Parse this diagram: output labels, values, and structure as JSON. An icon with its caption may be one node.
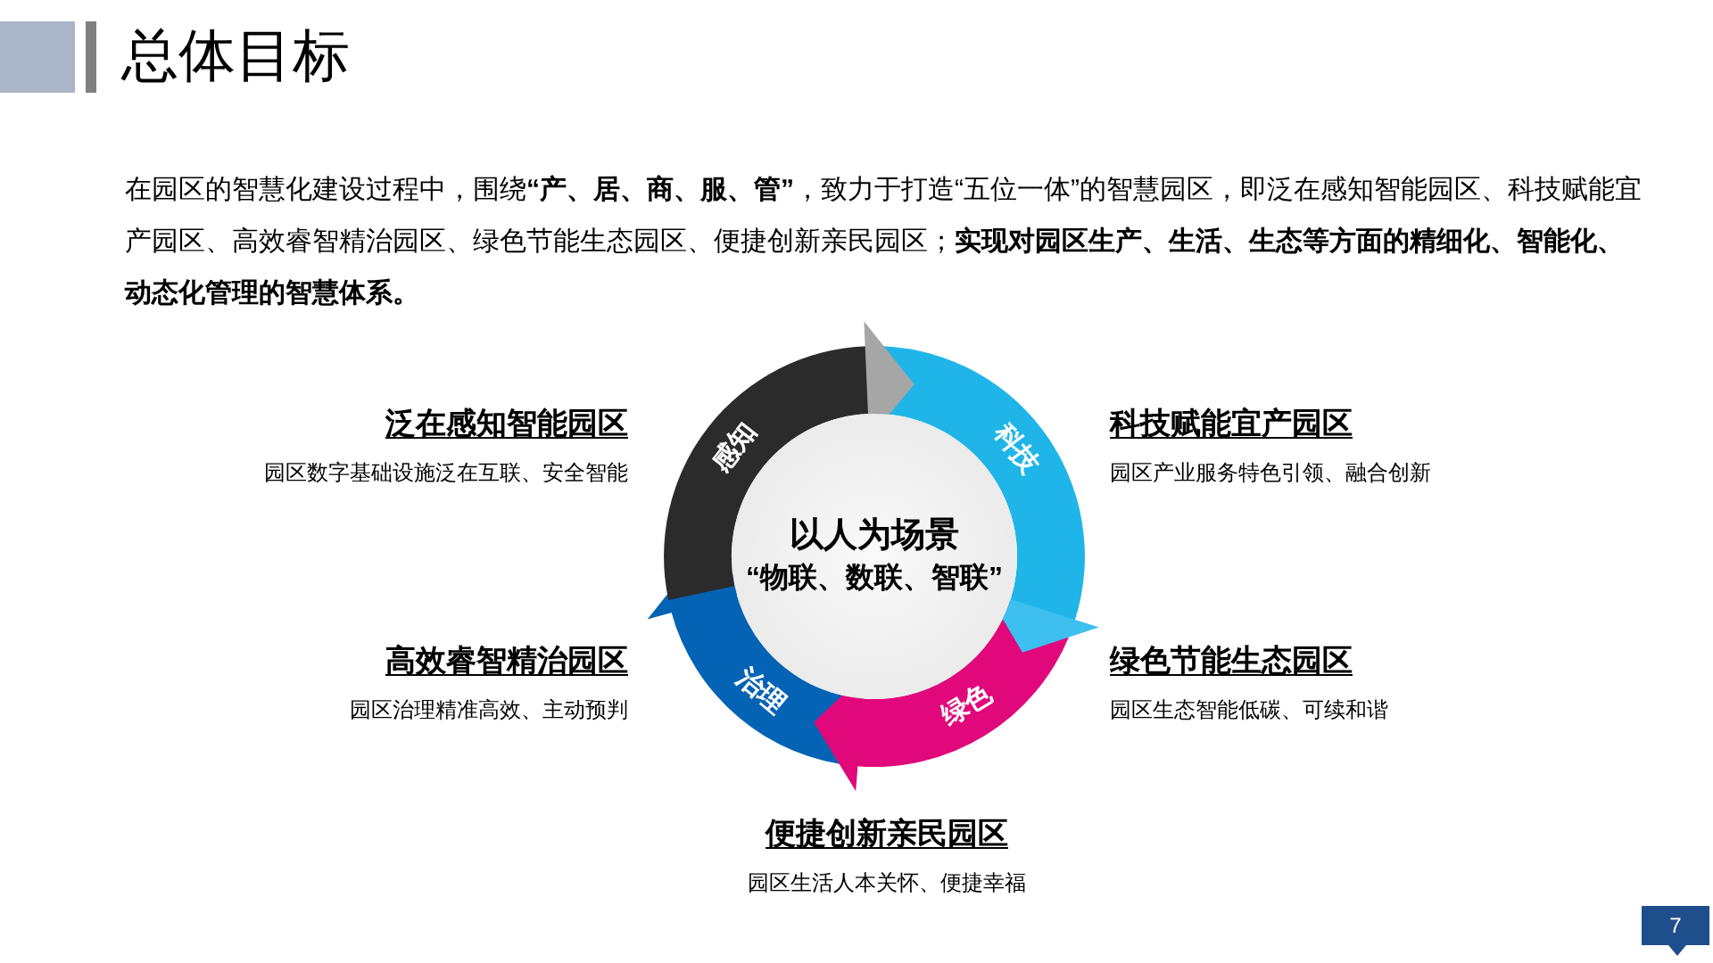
{
  "diagram": {
    "title": "总体目标",
    "nodes": [
      {
        "text": [
          "以人为场景",
          "“物联、数联、智联”"
        ]
      },
      {
        "text": [
          "感知"
        ]
      },
      {
        "text": [
          "科技"
        ]
      },
      {
        "text": [
          "绿色"
        ]
      },
      {
        "text": [
          "治理"
        ]
      }
    ],
    "edges": [],
    "labels": [
      "在园区的智慧化建设过程中，围绕**“产、居、商、服、管”**，致力于打造“五位一体”的智慧园区，即泛在感知智能园区、科技赋能宜产园区、高效睿智精治园区、绿色节能生态园区、便捷创新亲民园区；**实现对园区生产、生活、生态等方面的精细化、智能化、动态化管理的智慧体系。**",
      "泛在感知智能园区",
      "园区数字基础设施泛在互联、安全智能",
      "科技赋能宜产园区",
      "园区产业服务特色引领、融合创新",
      "高效睿智精治园区",
      "园区治理精准高效、主动预判",
      "绿色节能生态园区",
      "园区生态智能低碳、可续和谐",
      "便捷创新亲民园区",
      "园区生活人本关怀、便捷幸福",
      "7"
    ]
  }
}
